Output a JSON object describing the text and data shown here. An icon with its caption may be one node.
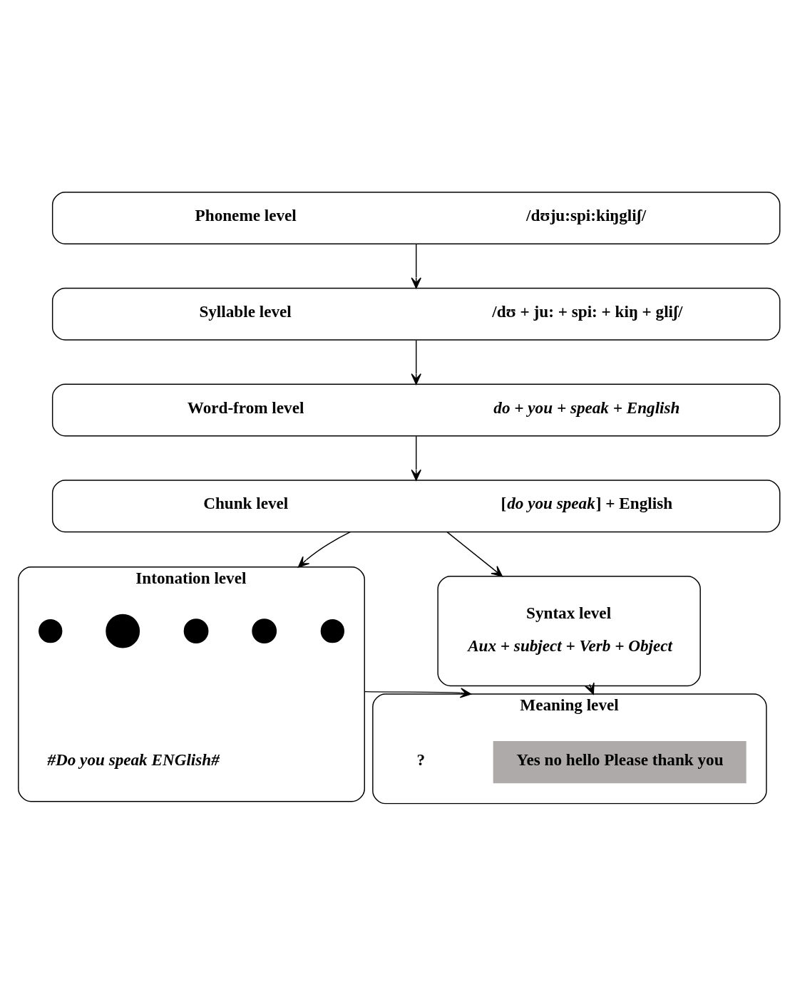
{
  "diagram": {
    "nodes": [
      {
        "text": [
          "Phoneme level",
          "/dʊju:spi:kiŋgliʃ/"
        ]
      },
      {
        "text": [
          "Syllable level",
          "/dʊ + ju: + spi: + kiŋ + gliʃ/"
        ]
      },
      {
        "text": [
          "Word-from level",
          "do + you + speak + English"
        ]
      },
      {
        "text": [
          "Chunk level",
          "[*do you speak*] + English"
        ]
      },
      {
        "text": [
          "Syntax level",
          "Aux + subject + Verb + Object"
        ]
      },
      {
        "text": [
          "Intonation level",
          "#Do you speak ENGlish#"
        ]
      },
      {
        "text": [],
        "shape": "circle",
        "in": 5
      },
      {
        "text": [],
        "shape": "circle",
        "in": 5
      },
      {
        "text": [],
        "shape": "circle",
        "in": 5
      },
      {
        "text": [],
        "shape": "circle",
        "in": 5
      },
      {
        "text": [],
        "shape": "circle",
        "in": 5
      },
      {
        "text": [
          "Meaning level",
          "?"
        ]
      },
      {
        "text": [
          "Yes no hello Please thank you"
        ],
        "in": 11
      }
    ],
    "edges": [
      {
        "from": 0,
        "to": 1,
        "arrow": "to"
      },
      {
        "from": 1,
        "to": 2,
        "arrow": "to"
      },
      {
        "from": 2,
        "to": 3,
        "arrow": "to"
      },
      {
        "from": 3,
        "to": 4,
        "arrow": "to"
      },
      {
        "from": 3,
        "to": 5,
        "arrow": "to"
      },
      {
        "from": 4,
        "to": 11,
        "arrow": "to"
      },
      {
        "from": 5,
        "to": 11,
        "arrow": "to"
      }
    ]
  }
}
